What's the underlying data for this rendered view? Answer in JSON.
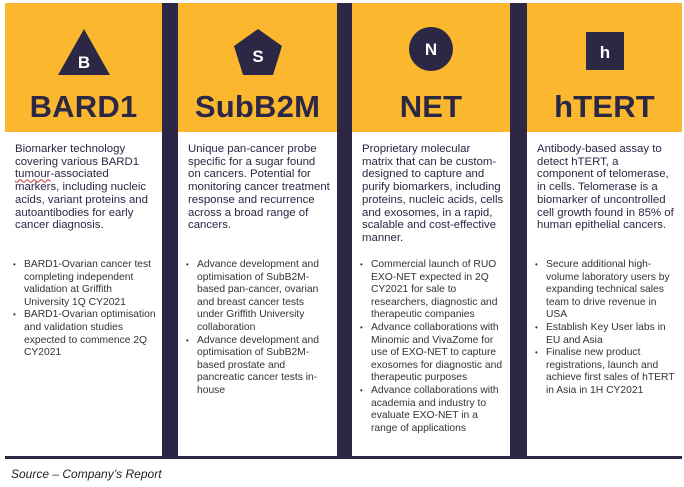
{
  "colors": {
    "accent": "#fbb82f",
    "navy": "#2b2744"
  },
  "columns": [
    {
      "icon": "triangle-icon",
      "icon_letter": "B",
      "title": "BARD1",
      "description": "Biomarker technology covering various BARD1 tumour-associated markers, including nucleic acids, variant proteins and autoantibodies for early cancer diagnosis.",
      "bullets": [
        "BARD1-Ovarian cancer test completing independent validation at Griffith University 1Q CY2021",
        "BARD1-Ovarian optimisation and validation studies expected to commence 2Q CY2021"
      ]
    },
    {
      "icon": "pentagon-icon",
      "icon_letter": "S",
      "title": "SubB2M",
      "description": "Unique pan-cancer probe specific for a sugar found on cancers. Potential for monitoring cancer treatment response and recurrence  across a broad range of  cancers.",
      "bullets": [
        "Advance development and optimisation of SubB2M-based pan-cancer, ovarian and breast cancer tests under Griffith University collaboration",
        "Advance development and optimisation of SubB2M-based prostate and pancreatic cancer tests in-house"
      ]
    },
    {
      "icon": "circle-icon",
      "icon_letter": "N",
      "title": "NET",
      "description": "Proprietary molecular matrix that can be custom-designed to capture and purify biomarkers, including proteins, nucleic acids, cells and exosomes, in a rapid, scalable and cost-effective manner.",
      "bullets": [
        "Commercial launch of RUO EXO-NET expected in 2Q CY2021 for sale to researchers, diagnostic and therapeutic companies",
        "Advance collaborations with Minomic and VivaZome for use of EXO-NET to capture exosomes for diagnostic and therapeutic purposes",
        "Advance collaborations with academia and industry to evaluate EXO-NET in a range of applications"
      ]
    },
    {
      "icon": "square-icon",
      "icon_letter": "h",
      "title": "hTERT",
      "description": "Antibody-based assay to detect hTERT, a component of telomerase, in cells. Telomerase is a biomarker of uncontrolled cell growth found in 85% of human epithelial cancers.",
      "bullets": [
        "Secure additional high-volume laboratory users by expanding technical sales team to drive revenue in USA",
        "Establish Key User labs in EU and Asia",
        "Finalise new product registrations, launch and achieve first sales of hTERT in Asia in 1H CY2021"
      ]
    }
  ],
  "source": "Source – Company’s Report"
}
